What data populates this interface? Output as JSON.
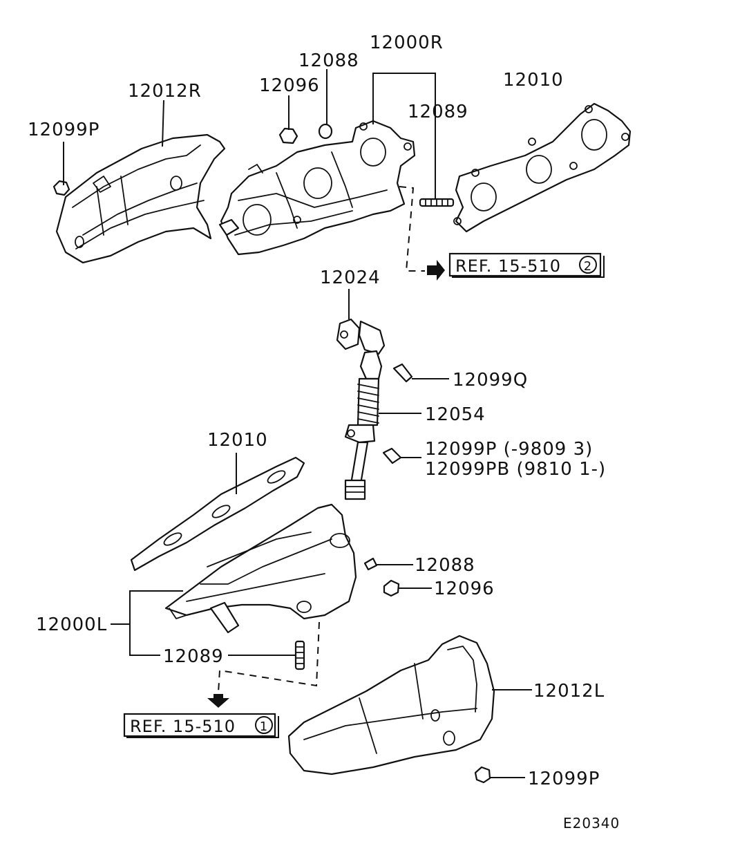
{
  "labels": {
    "l_12099p_top": "12099P",
    "l_12012r": "12012R",
    "l_12096_top": "12096",
    "l_12088_top": "12088",
    "l_12000r": "12000R",
    "l_12089_top": "12089",
    "l_12010_top": "12010",
    "l_12024": "12024",
    "l_12099q": "12099Q",
    "l_12054": "12054",
    "l_12099p_mid": "12099P (-9809 3)",
    "l_12099pb": "12099PB (9810 1-)",
    "l_12010_mid": "12010",
    "l_12088_mid": "12088",
    "l_12096_mid": "12096",
    "l_12000l": "12000L",
    "l_12089_mid": "12089",
    "l_12012l": "12012L",
    "l_12099p_bot": "12099P",
    "figure_code": "E20340"
  },
  "refs": {
    "ref_top": {
      "text": "REF. 15-510",
      "circle": "2"
    },
    "ref_bottom": {
      "text": "REF. 15-510",
      "circle": "1"
    }
  }
}
